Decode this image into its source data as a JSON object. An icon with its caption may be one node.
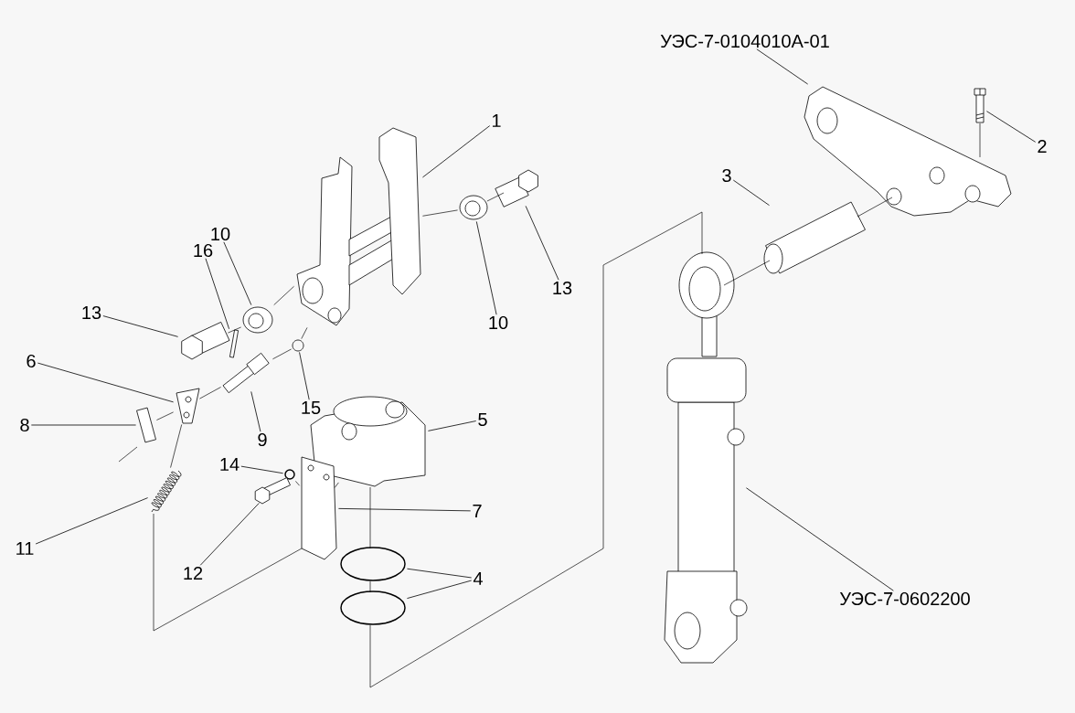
{
  "diagram": {
    "nodes": [
      {
        "text": [
          "УЭС-7-0104010А-01"
        ]
      },
      {
        "text": [],
        "shape": "picture"
      },
      {
        "text": [
          "1"
        ]
      },
      {
        "text": [],
        "shape": "picture"
      },
      {
        "text": [
          "2"
        ]
      },
      {
        "text": [],
        "shape": "picture"
      },
      {
        "text": [
          "3"
        ]
      },
      {
        "text": [],
        "shape": "picture"
      },
      {
        "text": [
          "10"
        ]
      },
      {
        "text": [],
        "shape": "picture"
      },
      {
        "text": [
          "16"
        ]
      },
      {
        "text": [],
        "shape": "picture"
      },
      {
        "text": [
          "13"
        ]
      },
      {
        "text": [],
        "shape": "picture"
      },
      {
        "text": [
          "13"
        ]
      },
      {
        "text": [],
        "shape": "picture"
      },
      {
        "text": [
          "10"
        ]
      },
      {
        "text": [],
        "shape": "picture"
      },
      {
        "text": [
          "6"
        ]
      },
      {
        "text": [],
        "shape": "picture"
      },
      {
        "text": [
          "15"
        ]
      },
      {
        "text": [],
        "shape": "picture"
      },
      {
        "text": [
          "9"
        ]
      },
      {
        "text": [],
        "shape": "picture"
      },
      {
        "text": [
          "8"
        ]
      },
      {
        "text": [],
        "shape": "picture"
      },
      {
        "text": [
          "5"
        ]
      },
      {
        "text": [],
        "shape": "picture"
      },
      {
        "text": [
          "14"
        ]
      },
      {
        "text": [],
        "shape": "circle"
      },
      {
        "text": [
          "7"
        ]
      },
      {
        "text": [],
        "shape": "picture"
      },
      {
        "text": [
          "11"
        ]
      },
      {
        "text": [],
        "shape": "picture"
      },
      {
        "text": [
          "12"
        ]
      },
      {
        "text": [],
        "shape": "picture"
      },
      {
        "text": [
          "4"
        ]
      },
      {
        "text": [],
        "shape": "circle"
      },
      {
        "text": [],
        "shape": "circle"
      },
      {
        "text": [
          "УЭС-7-0602200"
        ]
      },
      {
        "text": [],
        "shape": "picture"
      }
    ],
    "edges": [
      {
        "from": 0,
        "to": 1,
        "arrow": "none"
      },
      {
        "from": 2,
        "to": 3,
        "arrow": "none"
      },
      {
        "from": 4,
        "to": 5,
        "arrow": "none"
      },
      {
        "from": 6,
        "to": 7,
        "arrow": "none"
      },
      {
        "from": 8,
        "to": 9,
        "arrow": "none"
      },
      {
        "from": 10,
        "to": 11,
        "arrow": "none"
      },
      {
        "from": 12,
        "to": 13,
        "arrow": "none"
      },
      {
        "from": 14,
        "to": 15,
        "arrow": "none"
      },
      {
        "from": 16,
        "to": 17,
        "arrow": "none"
      },
      {
        "from": 18,
        "to": 19,
        "arrow": "none"
      },
      {
        "from": 20,
        "to": 21,
        "arrow": "none"
      },
      {
        "from": 22,
        "to": 23,
        "arrow": "none"
      },
      {
        "from": 24,
        "to": 25,
        "arrow": "none"
      },
      {
        "from": 26,
        "to": 27,
        "arrow": "none"
      },
      {
        "from": 28,
        "to": 29,
        "arrow": "none"
      },
      {
        "from": 30,
        "to": 31,
        "arrow": "none"
      },
      {
        "from": 32,
        "to": 33,
        "arrow": "none"
      },
      {
        "from": 34,
        "to": 35,
        "arrow": "none"
      },
      {
        "from": 36,
        "to": 37,
        "arrow": "none"
      },
      {
        "from": 36,
        "to": 38,
        "arrow": "none"
      },
      {
        "from": 39,
        "to": 40,
        "arrow": "none"
      },
      {
        "from": 5,
        "to": 1,
        "arrow": "none"
      },
      {
        "from": 1,
        "to": 7,
        "arrow": "none"
      },
      {
        "from": 7,
        "to": 40,
        "arrow": "none"
      },
      {
        "from": 40,
        "to": 38,
        "arrow": "none"
      },
      {
        "from": 38,
        "to": 37,
        "arrow": "none"
      },
      {
        "from": 37,
        "to": 27,
        "arrow": "none"
      },
      {
        "from": 13,
        "to": 9,
        "arrow": "none"
      },
      {
        "from": 9,
        "to": 3,
        "arrow": "none"
      },
      {
        "from": 3,
        "to": 17,
        "arrow": "none"
      },
      {
        "from": 17,
        "to": 15,
        "arrow": "none"
      },
      {
        "from": 3,
        "to": 21,
        "arrow": "none"
      },
      {
        "from": 21,
        "to": 23,
        "arrow": "none"
      },
      {
        "from": 23,
        "to": 19,
        "arrow": "none"
      },
      {
        "from": 19,
        "to": 25,
        "arrow": "none"
      },
      {
        "from": 19,
        "to": 33,
        "arrow": "none"
      },
      {
        "from": 33,
        "to": 31,
        "arrow": "none"
      },
      {
        "from": 29,
        "to": 31,
        "arrow": "none"
      },
      {
        "from": 31,
        "to": 27,
        "arrow": "none"
      }
    ]
  }
}
